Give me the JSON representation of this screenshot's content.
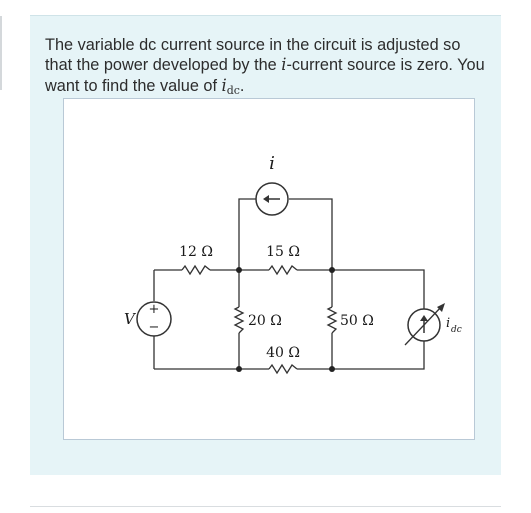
{
  "question": {
    "text_before": "The variable dc current source in the circuit is adjusted so that the power developed by the ",
    "var_i": "i",
    "text_middle": "-current source is zero. You want to find the value of ",
    "var_idc": "i",
    "var_idc_sub": "dc",
    "text_end": "."
  },
  "circuit": {
    "current_source_label": "i",
    "voltage_label": "V",
    "plus_sign": "+",
    "minus_sign": "−",
    "resistors": {
      "r12": "12 Ω",
      "r15": "15 Ω",
      "r20": "20 Ω",
      "r50": "50 Ω",
      "r40": "40 Ω"
    },
    "idc_label": "i",
    "idc_label_sub": "dc"
  }
}
